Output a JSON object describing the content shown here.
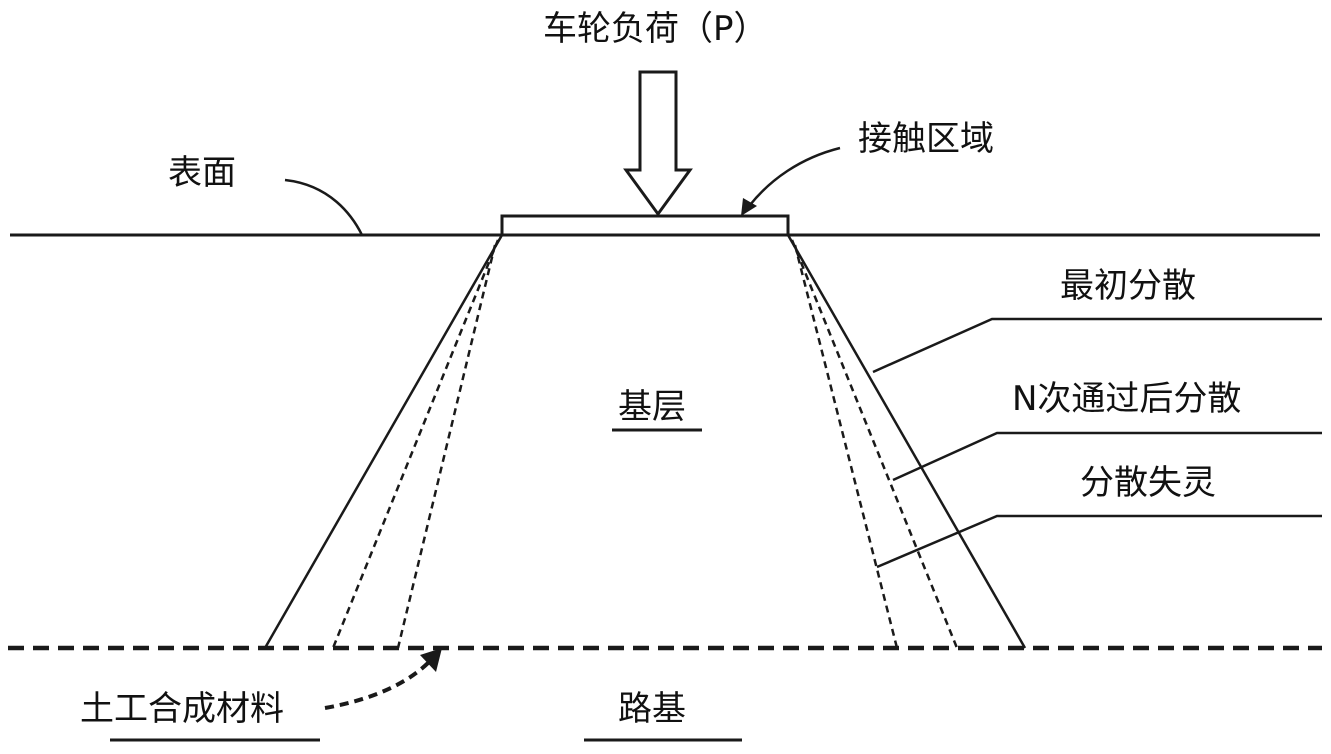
{
  "labels": {
    "wheel_load": "车轮负荷（P）",
    "contact_area": "接触区域",
    "surface": "表面",
    "initial_spread": "最初分散",
    "spread_after_n": "N次通过后分散",
    "spread_failure": "分散失灵",
    "base_layer": "基层",
    "geosynthetic": "土工合成材料",
    "subgrade": "路基"
  }
}
